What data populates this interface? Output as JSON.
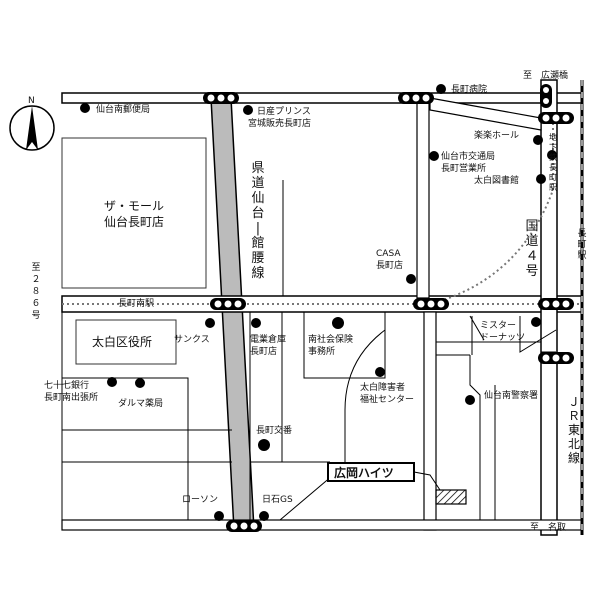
{
  "map": {
    "compass_letter": "N",
    "directions": {
      "hirose": "至　広瀬橋",
      "natori": "至　名取",
      "r286": [
        "至",
        "２",
        "８",
        "６",
        "号"
      ]
    },
    "roads": {
      "kendo_vertical": [
        "県",
        "道",
        "仙",
        "台",
        "|",
        "館",
        "腰",
        "線"
      ],
      "kokudo4": [
        "国",
        "道",
        "４",
        "号"
      ],
      "jr": [
        "Ｊ",
        "Ｒ",
        "東",
        "北",
        "線"
      ],
      "subway_label": "長町南駅",
      "subway_vertical": [
        "地",
        "下",
        "鉄",
        "長",
        "町",
        "駅"
      ],
      "nagamachi_station": [
        "長",
        "町",
        "駅"
      ]
    },
    "places": {
      "post_office": "仙台南郵便局",
      "nissan": [
        "日産プリンス",
        "宮城販売長町店"
      ],
      "hospital": "長町病院",
      "rakuraku": "楽楽ホール",
      "kotsu": [
        "仙台市交通局",
        "長町営業所"
      ],
      "library": "太白図書館",
      "the_mall": [
        "ザ・モール",
        "仙台長町店"
      ],
      "casa": [
        "CASA",
        "長町店"
      ],
      "ward_office": "太白区役所",
      "sunkus": "サンクス",
      "densan": [
        "電業倉庫",
        "長町店"
      ],
      "shaho": [
        "南社会保険",
        "事務所"
      ],
      "misdo": [
        "ミスター",
        "ドーナッツ"
      ],
      "bank77": [
        "七十七銀行",
        "長町南出張所"
      ],
      "daruma": "ダルマ薬局",
      "fukushi": [
        "太白障害者",
        "福祉センター"
      ],
      "police": "仙台南警察署",
      "koban": "長町交番",
      "lawson": "ローソン",
      "nisseki": "日石GS",
      "destination": "広岡ハイツ"
    }
  }
}
